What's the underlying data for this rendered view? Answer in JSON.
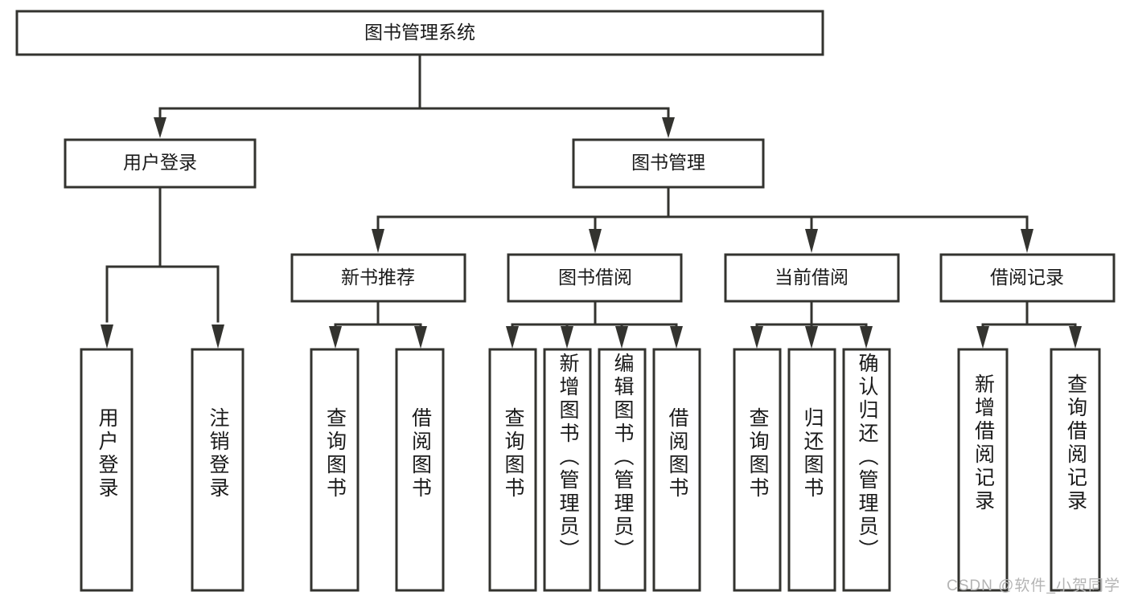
{
  "diagram": {
    "title": "图书管理系统",
    "type": "tree",
    "orientation": "top-down",
    "colors": {
      "box_fill": "#ffffff",
      "box_stroke": "#33332f",
      "text": "#1a1a1a",
      "watermark": "#b4b4b4",
      "background": "#ffffff"
    },
    "root": {
      "id": "root",
      "label": "图书管理系统",
      "orientation": "horizontal"
    },
    "level2": [
      {
        "id": "user-login",
        "label": "用户登录",
        "orientation": "horizontal"
      },
      {
        "id": "book-manage",
        "label": "图书管理",
        "orientation": "horizontal"
      }
    ],
    "level3": [
      {
        "id": "new-book-recommend",
        "label": "新书推荐",
        "orientation": "horizontal",
        "parent": "book-manage"
      },
      {
        "id": "book-borrow",
        "label": "图书借阅",
        "orientation": "horizontal",
        "parent": "book-manage"
      },
      {
        "id": "current-borrow",
        "label": "当前借阅",
        "orientation": "horizontal",
        "parent": "book-manage"
      },
      {
        "id": "borrow-record",
        "label": "借阅记录",
        "orientation": "horizontal",
        "parent": "book-manage"
      }
    ],
    "leaves": [
      {
        "id": "leaf-user-login",
        "label": "用户登录",
        "orientation": "vertical",
        "parent": "user-login"
      },
      {
        "id": "leaf-logout-login",
        "label": "注销登录",
        "orientation": "vertical",
        "parent": "user-login"
      },
      {
        "id": "leaf-query-book-1",
        "label": "查询图书",
        "orientation": "vertical",
        "parent": "new-book-recommend"
      },
      {
        "id": "leaf-borrow-book-1",
        "label": "借阅图书",
        "orientation": "vertical",
        "parent": "new-book-recommend"
      },
      {
        "id": "leaf-query-book-2",
        "label": "查询图书",
        "orientation": "vertical",
        "parent": "book-borrow"
      },
      {
        "id": "leaf-add-book",
        "label": "新增图书（管理员）",
        "orientation": "vertical",
        "parent": "book-borrow"
      },
      {
        "id": "leaf-edit-book",
        "label": "编辑图书（管理员）",
        "orientation": "vertical",
        "parent": "book-borrow"
      },
      {
        "id": "leaf-borrow-book-2",
        "label": "借阅图书",
        "orientation": "vertical",
        "parent": "book-borrow"
      },
      {
        "id": "leaf-query-book-3",
        "label": "查询图书",
        "orientation": "vertical",
        "parent": "current-borrow"
      },
      {
        "id": "leaf-return-book",
        "label": "归还图书",
        "orientation": "vertical",
        "parent": "current-borrow"
      },
      {
        "id": "leaf-confirm-return",
        "label": "确认归还（管理员）",
        "orientation": "vertical",
        "parent": "current-borrow"
      },
      {
        "id": "leaf-add-record",
        "label": "新增借阅记录",
        "orientation": "vertical",
        "parent": "borrow-record"
      },
      {
        "id": "leaf-query-record",
        "label": "查询借阅记录",
        "orientation": "vertical",
        "parent": "borrow-record"
      }
    ]
  },
  "watermark": {
    "text": "CSDN @软件_小贺同学"
  }
}
